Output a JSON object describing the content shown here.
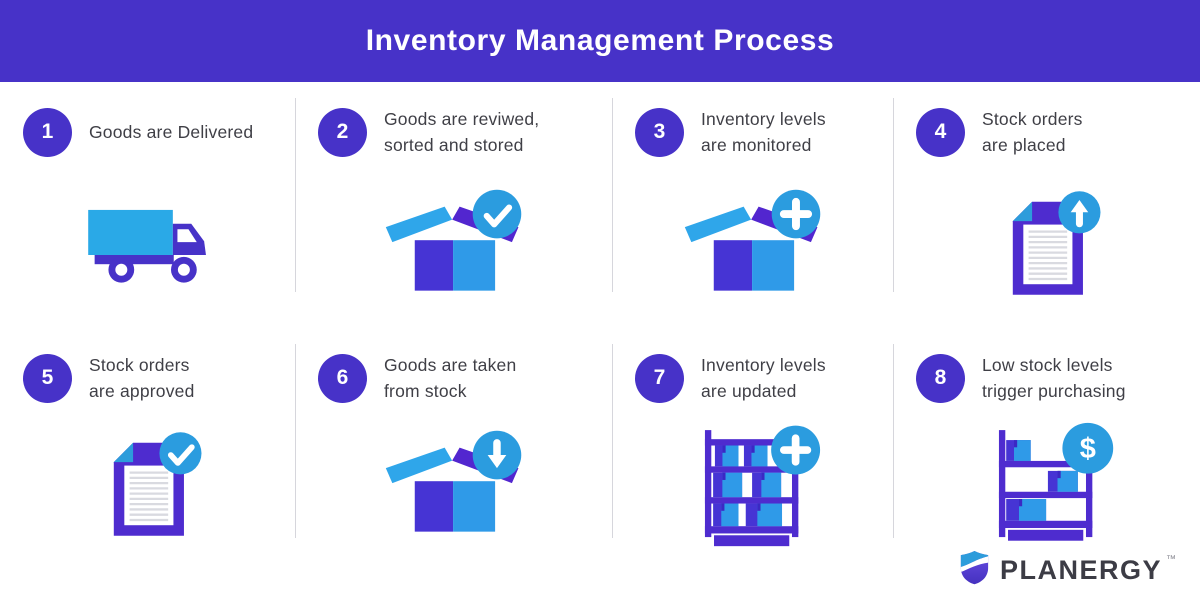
{
  "header": {
    "title": "Inventory Management Process"
  },
  "steps": [
    {
      "number": "1",
      "lines": [
        "Goods are Delivered",
        ""
      ],
      "icon": "delivery-truck"
    },
    {
      "number": "2",
      "lines": [
        "Goods are reviwed,",
        "sorted and stored"
      ],
      "icon": "box-check"
    },
    {
      "number": "3",
      "lines": [
        "Inventory levels",
        "are monitored"
      ],
      "icon": "box-plus"
    },
    {
      "number": "4",
      "lines": [
        "Stock orders",
        "are placed"
      ],
      "icon": "document-up"
    },
    {
      "number": "5",
      "lines": [
        "Stock orders",
        "are approved"
      ],
      "icon": "document-check"
    },
    {
      "number": "6",
      "lines": [
        "Goods are taken",
        "from stock"
      ],
      "icon": "box-down"
    },
    {
      "number": "7",
      "lines": [
        "Inventory levels",
        "are updated"
      ],
      "icon": "shelf-plus"
    },
    {
      "number": "8",
      "lines": [
        "Low stock levels",
        "trigger purchasing"
      ],
      "icon": "shelf-dollar"
    }
  ],
  "footer": {
    "brand": "PLANERGY",
    "trademark": "™"
  },
  "colors": {
    "header_purple": "#4732C8",
    "icon_purple": "#4E2CCF",
    "box_violet": "#4634D4",
    "box_blue": "#2F9AE8",
    "flap_light_blue": "#2FA6EA",
    "flap_dark_purple": "#5226CF",
    "badge_blue": "#2B9CDF",
    "truck_cargo_blue": "#2AA9E7",
    "text_dark": "#3F3F46",
    "divider_gray": "#D6D6DC"
  }
}
